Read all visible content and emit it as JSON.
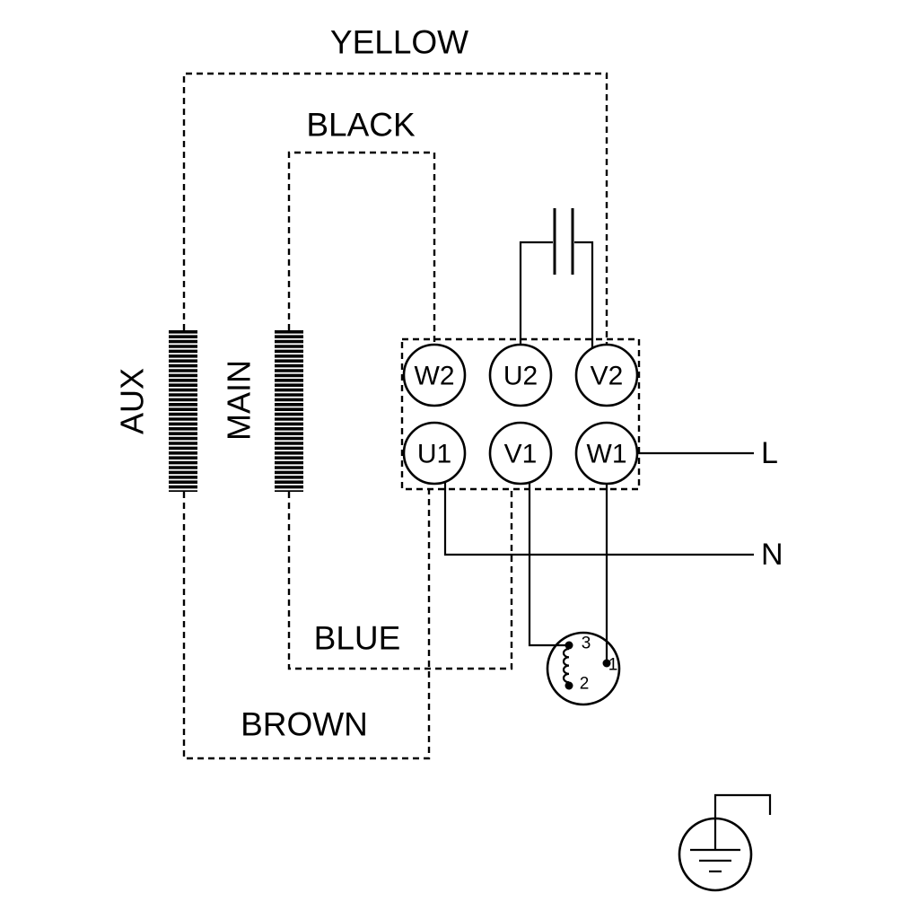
{
  "diagram": {
    "background": "#ffffff",
    "line_color": "#000000",
    "wire_labels": {
      "yellow": "YELLOW",
      "black": "BLACK",
      "blue": "BLUE",
      "brown": "BROWN"
    },
    "windings": {
      "aux": "AUX",
      "main": "MAIN"
    },
    "terminal_block": {
      "top_row": [
        "W2",
        "U2",
        "V2"
      ],
      "bottom_row": [
        "U1",
        "V1",
        "W1"
      ]
    },
    "supply": {
      "line": "L",
      "neutral": "N"
    },
    "switch": {
      "contact_1": "1",
      "contact_2": "2",
      "contact_3": "3"
    }
  }
}
